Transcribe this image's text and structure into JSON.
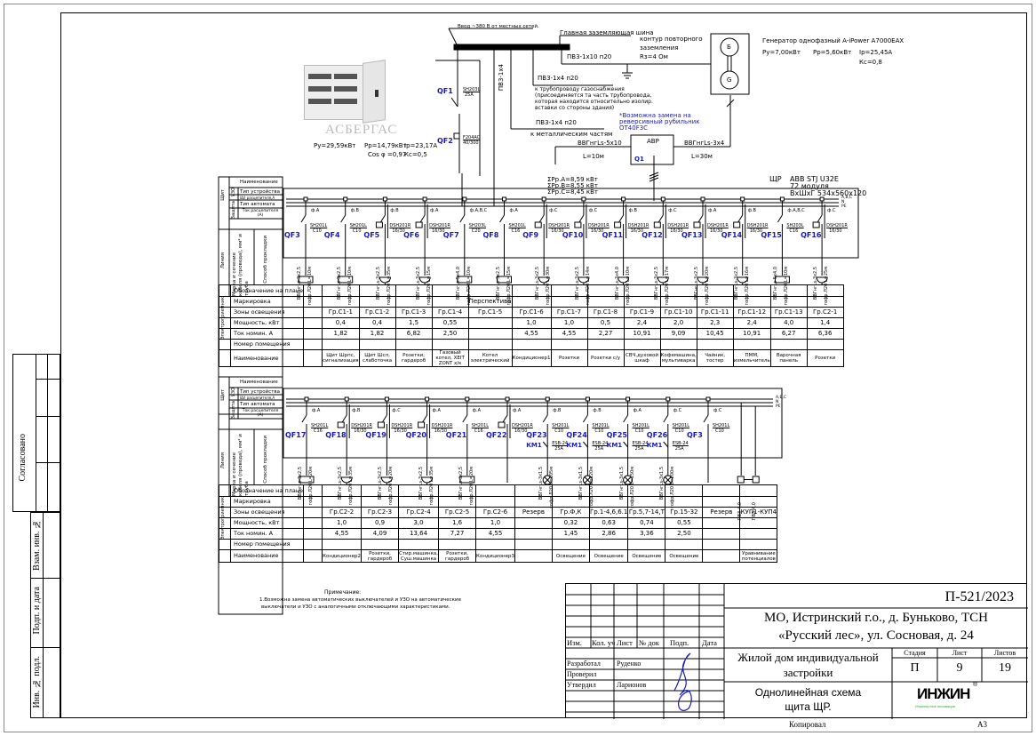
{
  "upper_block": {
    "input_note": "Ввод ~380 В от местных сетей.",
    "main_ground_bus": "Главная заземляющая шина",
    "ground_loop": [
      "контур повторного",
      "заземления",
      "Rз=4 Ом"
    ],
    "pv3_1x10": "ПВ3-1х10 п20",
    "pv3_1x4_vert": "ПВ3-1х4",
    "pv3_1x4_a": "ПВ3-1х4 п20",
    "gas_pipe_note": [
      "к трубопроводу газоснабжения",
      "(присоединяется та часть трубопровода,",
      "которая находится относительно изолир.",
      "вставки со стороны здания)"
    ],
    "pv3_1x4_b": "ПВ3-1х4 п20",
    "metal_parts": "к металлическим частям",
    "replace_note": [
      "*Возможна замена на",
      "реверсивный рубильник",
      "OT40F3C"
    ],
    "cable_in": "ВВГнгLs-5х10",
    "cable_in_len": "L=10м",
    "cable_gen": "ВВГнгLs-3х4",
    "cable_gen_len": "L=30м",
    "avr_label": "АВР",
    "avr_q": "Q1",
    "qf1": "QF1",
    "qf1_rating": [
      "SH203L",
      "25А"
    ],
    "qf2": "QF2",
    "qf2_rating": [
      "F204AC",
      "40/300"
    ],
    "gen_symbol_top": "Б",
    "gen_symbol_bottom": "G",
    "generator": {
      "title": "Генератор однофазный A-iPower A7000EAX",
      "py": "Ру=7,00кВт",
      "pp": "Рр=5,60кВт",
      "ip": "Iр=25,45А",
      "kc": "Кс=0,8"
    },
    "panel_totals": {
      "py": "Ру=29,59кВт",
      "pp": "Рр=14,79кВт",
      "ip": "Iр=23,17А",
      "cos": "Cos φ =0,97",
      "kc": "Кс=0,5"
    },
    "watermark": "АСБЕРГАС",
    "phase_sums": [
      "ΣРр.А=8,59 кВт",
      "ΣРр.В=8,55 кВт",
      "ΣРр.С=8,45 кВт"
    ],
    "panel": {
      "name": "ЩР",
      "model": "ABB STJ U32E",
      "modules": "72 модуля",
      "dims": "ВхШхГ 534х560х120"
    },
    "bus_labels": [
      "A,B,C",
      "N",
      "PE"
    ]
  },
  "left_headers": {
    "shield": "Щит",
    "protection": "Защита",
    "uzo": "УЗО",
    "name": "Наименование",
    "device_type": "Тип устройства",
    "leak_current": "IΔ/I расцепителя,А",
    "breaker_type": "Тип автомата",
    "release_current": "Ток расцепителя (А)",
    "line": "Линия",
    "cable_brand": "Марка и сечение кабеля (провода), мм² и труба",
    "laying": "Способ прокладки",
    "plan_symbol": "Обозначение на плане",
    "consumers": "Электроприемник",
    "marking": "Маркировка",
    "zones": "Зоны освещения",
    "power": "Мощность, кВт",
    "current": "Ток номин. А",
    "room": "Номер помещения",
    "naming": "Наименование"
  },
  "group1": {
    "circuits": [
      {
        "qf": "QF3",
        "phase": "ф.А",
        "type": "SH201L",
        "rating": "C10",
        "cable": "ВВГнгLs-3х2,5",
        "lay": "гофр.Л20 L=10м",
        "sym": "box",
        "zone": "Гр.С1-1",
        "power": "0,4",
        "current": "1,82",
        "name": "Щит Шрпс, сигнализация"
      },
      {
        "qf": "QF4",
        "phase": "ф.В",
        "type": "SH201L",
        "rating": "C10",
        "cable": "ВВГнгLs-3х2,5",
        "lay": "гофр.Л20 L=10м",
        "sym": "box",
        "zone": "Гр.С1-2",
        "power": "0,4",
        "current": "1,82",
        "name": "Щит Шсл, слаботочка"
      },
      {
        "qf": "QF5",
        "phase": "ф.В",
        "type": "DSH201R",
        "rating": "16/30",
        "cable": "ВВГнгLs-3х2,5",
        "lay": "гофр.Л20 L=35м",
        "sym": "socket",
        "zone": "Гр.С1-3",
        "power": "1,5",
        "current": "6,82",
        "name": "Розетки, гардероб"
      },
      {
        "qf": "QF6",
        "phase": "ф.А",
        "type": "DSH201R",
        "rating": "16/30",
        "cable": "ВВГнгLs-3х2,5",
        "lay": "гофр.Л20 L=15м",
        "sym": "socket",
        "zone": "Гр.С1-4",
        "power": "0,55",
        "current": "2,50",
        "name": "Газовый котел, XEIT ZONT х/к"
      },
      {
        "qf": "QF7",
        "phase": "ф.А,В,С",
        "type": "SH203L",
        "rating": "C20",
        "cable": "ВВГнгLs-5х4,0",
        "lay": "гофр.Л20 L=10м",
        "sym": "box",
        "zone": "Гр.С1-5",
        "power": "",
        "current": "",
        "name": "Котел электрический",
        "marking": "Перспектива"
      },
      {
        "qf": "QF8",
        "phase": "ф.А",
        "type": "SH201L",
        "rating": "C16",
        "cable": "ВВГнгLs-3х2,5",
        "lay": "гофр.Л20 L=15м",
        "sym": "box",
        "zone": "Гр.С1-6",
        "power": "1,0",
        "current": "4,55",
        "name": "Кондиционер1"
      },
      {
        "qf": "QF9",
        "phase": "ф.С",
        "type": "DSH201R",
        "rating": "16/30",
        "cable": "ВВГнгLs-3х2,5",
        "lay": "гофр.Л20 L=30м",
        "sym": "socket",
        "zone": "Гр.С1-7",
        "power": "1,0",
        "current": "4,55",
        "name": "Розетки"
      },
      {
        "qf": "QF10",
        "phase": "ф.С",
        "type": "DSH201R",
        "rating": "16/30",
        "cable": "ВВГнгLs-3х2,5",
        "lay": "гофр.Л20 L=14м",
        "sym": "socket",
        "zone": "Гр.С1-8",
        "power": "0,5",
        "current": "2,27",
        "name": "Розетки с/у"
      },
      {
        "qf": "QF11",
        "phase": "ф.В",
        "type": "DSH201R",
        "rating": "16/30",
        "cable": "ВВГнгLs-3х4,0",
        "lay": "гофр.Л20 L=10м",
        "sym": "socket",
        "zone": "Гр.С1-9",
        "power": "2,4",
        "current": "10,91",
        "name": "СВЧ,духовой шкаф"
      },
      {
        "qf": "QF12",
        "phase": "ф.С",
        "type": "DSH201R",
        "rating": "16/30",
        "cable": "ВВГнгLs-3х2,5",
        "lay": "гофр.Л20 L=17м",
        "sym": "socket",
        "zone": "Гр.С1-10",
        "power": "2,0",
        "current": "9,09",
        "name": "Кофемашина, мультиварка"
      },
      {
        "qf": "QF13",
        "phase": "ф.А",
        "type": "DSH201R",
        "rating": "16/30",
        "cable": "ВВГнгLs-3х2,5",
        "lay": "гофр.Л20 L=20м",
        "sym": "socket",
        "zone": "Гр.С1-11",
        "power": "2,3",
        "current": "10,45",
        "name": "Чайник, тостер"
      },
      {
        "qf": "QF14",
        "phase": "ф.В",
        "type": "DSH201R",
        "rating": "16/30",
        "cable": "ВВГнгLs-3х2,5",
        "lay": "гофр.Л20 L=16м",
        "sym": "socket",
        "zone": "Гр.С1-12",
        "power": "2,4",
        "current": "10,91",
        "name": "ПММ, измельчитель"
      },
      {
        "qf": "QF15",
        "phase": "ф.А,В,С",
        "type": "SH203L",
        "rating": "C16",
        "cable": "ВВГнгLs-5х4,0",
        "lay": "гофр.Л20 L=10м",
        "sym": "box",
        "zone": "Гр.С1-13",
        "power": "4,0",
        "current": "6,27",
        "name": "Варочная панель"
      },
      {
        "qf": "QF16",
        "phase": "ф.С",
        "type": "DSH201R",
        "rating": "16/30",
        "cable": "ВВГнгLs-3х2,5",
        "lay": "гофр.Л20 L=25м",
        "sym": "socket",
        "zone": "Гр.С2-1",
        "power": "1,4",
        "current": "6,36",
        "name": "Розетки"
      }
    ]
  },
  "group2": {
    "circuits": [
      {
        "qf": "QF17",
        "phase": "ф.А",
        "type": "SH201L",
        "rating": "C16",
        "cable": "ВВГнгLs-3х2,5",
        "lay": "гофр.Л20 L=20м",
        "sym": "box",
        "zone": "Гр.С2-2",
        "power": "1,0",
        "current": "4,55",
        "name": "Кондиционер2"
      },
      {
        "qf": "QF18",
        "phase": "ф.В",
        "type": "DSH201R",
        "rating": "16/30",
        "cable": "ВВГнгLs-3х2,5",
        "lay": "гофр.Л20 L=35м",
        "sym": "socket",
        "zone": "Гр.С2-3",
        "power": "0,9",
        "current": "4,09",
        "name": "Розетки, гардероб"
      },
      {
        "qf": "QF19",
        "phase": "ф.С",
        "type": "DSH201R",
        "rating": "16/30",
        "cable": "ВВГнгLs-3х2,5",
        "lay": "гофр.Л20 L=20м",
        "sym": "socket",
        "zone": "Гр.С2-4",
        "power": "3,0",
        "current": "13,64",
        "name": "Стир.машинка, Суш.машинка"
      },
      {
        "qf": "QF20",
        "phase": "ф.А",
        "type": "DSH201R",
        "rating": "16/30",
        "cable": "ВВГнгLs-3х2,5",
        "lay": "гофр.Л20 L=35м",
        "sym": "socket",
        "zone": "Гр.С2-5",
        "power": "1,6",
        "current": "7,27",
        "name": "Розетки, гардероб"
      },
      {
        "qf": "QF21",
        "phase": "ф.А",
        "type": "SH201L",
        "rating": "C16",
        "cable": "ВВГнгLs-3х2,5",
        "lay": "гофр.Л20 L=20м",
        "sym": "box",
        "zone": "Гр.С2-6",
        "power": "1,0",
        "current": "4,55",
        "name": "Кондиционер3"
      },
      {
        "qf": "QF22",
        "phase": "ф.А",
        "type": "DSH201R",
        "rating": "16/30",
        "cable": "",
        "lay": "",
        "sym": "none",
        "zone": "Резерв",
        "power": "",
        "current": "",
        "name": ""
      },
      {
        "qf": "QF23",
        "phase": "ф.В",
        "type": "SH201L",
        "rating": "C10",
        "km": "КМ1",
        "km_type": "ESB-24",
        "km_rating": "25А",
        "cable": "ВВГнгLs-3х1,5",
        "lay": "гофр.Л20 L=105м",
        "sym": "lamp",
        "zone": "Гр.Ф,К",
        "power": "0,32",
        "current": "1,45",
        "name": "Освещение"
      },
      {
        "qf": "QF24",
        "phase": "ф.В",
        "type": "SH201L",
        "rating": "C10",
        "km": "КМ1",
        "km_type": "ESB-24",
        "km_rating": "25А",
        "cable": "ВВГнгLs-3х1,5",
        "lay": "гофр.Л20 L=120м",
        "sym": "lamp",
        "zone": "Гр.1-4,6,6.1",
        "power": "0,63",
        "current": "2,86",
        "name": "Освещение"
      },
      {
        "qf": "QF25",
        "phase": "ф.А",
        "type": "SH201L",
        "rating": "C10",
        "km": "КМ1",
        "km_type": "ESB-24",
        "km_rating": "25А",
        "cable": "ВВГнгLs-3х1,5",
        "lay": "гофр.Л20 L=150м",
        "sym": "lamp",
        "zone": "Гр.5,7-14,Т",
        "power": "0,74",
        "current": "3,36",
        "name": "Освещение"
      },
      {
        "qf": "QF26",
        "phase": "ф.С",
        "type": "SH201L",
        "rating": "C10",
        "km": "КМ1",
        "km_type": "ESB-24",
        "km_rating": "25А",
        "cable": "ВВГнгLs-3х1,5",
        "lay": "гофр.Л20 L=200м",
        "sym": "lamp",
        "zone": "Гр.15-32",
        "power": "0,55",
        "current": "2,50",
        "name": "Освещение"
      },
      {
        "qf": "QF3",
        "phase": "ф.С",
        "type": "SH201L",
        "rating": "C10",
        "cable": "",
        "lay": "",
        "sym": "none",
        "zone": "Резерв",
        "power": "",
        "current": "",
        "name": ""
      },
      {
        "qf": "",
        "phase": "",
        "type": "",
        "rating": "",
        "cable": "ПВ3-4,0",
        "cable2": "ПВ3-4,0",
        "lay": "",
        "sym": "equip",
        "zone": "КУП1-КУП4",
        "power": "",
        "current": "",
        "name": "Уравнивание потенциалов"
      }
    ]
  },
  "notes": {
    "title": "Примечание:",
    "lines": [
      "1.Возможна замена автоматических выключателей и УЗО на автоматические",
      "выключатели и УЗО с аналогичными отключающими характеристиками."
    ]
  },
  "stamp": {
    "code": "П-521/2023",
    "address_1": "МО, Истринский г.о., д. Буньково, ТСН",
    "address_2": "«Русский лес», ул. Сосновая, д. 24",
    "object_1": "Жилой дом индивидуальной",
    "object_2": "застройки",
    "sheet_title_1": "Однолинейная схема",
    "sheet_title_2": "щита ЩР.",
    "headers": [
      "Изм.",
      "Кол. уч",
      "Лист",
      "№ док",
      "Подп.",
      "Дата"
    ],
    "roles": [
      {
        "role": "Разработал",
        "name": "Руденко"
      },
      {
        "role": "Проверил",
        "name": ""
      },
      {
        "role": "Утвердил",
        "name": "Ларионов"
      }
    ],
    "stage_label": "Стадия",
    "sheet_label": "Лист",
    "sheets_label": "Листов",
    "stage": "П",
    "sheet": "9",
    "sheets": "19",
    "logo": "ИНЖИН",
    "logo_sub": "Инженерные инновации",
    "logo_mark": "®",
    "copied": "Копировал",
    "format": "А3"
  },
  "sidebar": {
    "agreed": "Согласовано",
    "inv_replace": "Взам. инв. №",
    "sign_date": "Подп. и дата",
    "inv_orig": "Инв. № подл."
  },
  "colors": {
    "circuit_label": "#1a1ab8",
    "signature": "#1a1ab8",
    "logo_green": "#3aa83a"
  }
}
